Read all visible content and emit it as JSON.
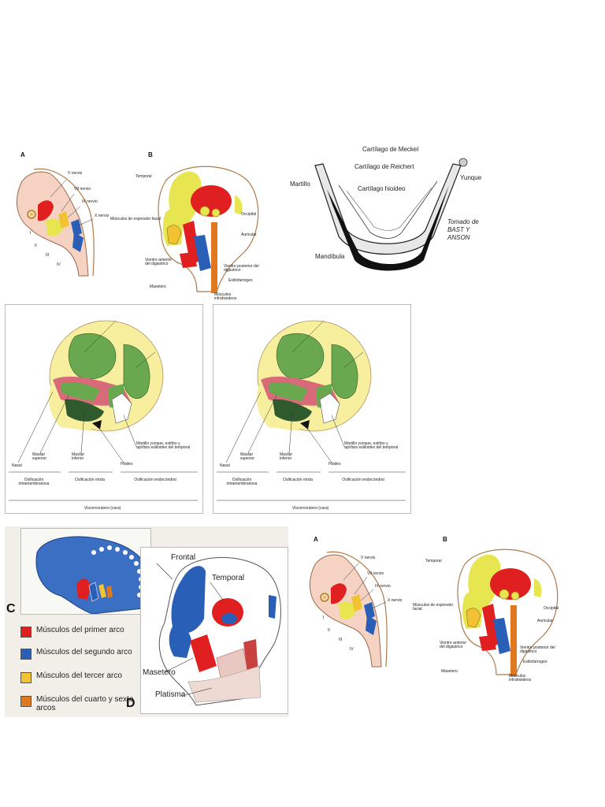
{
  "colors": {
    "skin": "#f5d2c2",
    "first_arch": "#e02020",
    "second_arch": "#2a5fb8",
    "third_arch": "#f2c232",
    "fourth_arch": "#e07820",
    "neural_yellow": "#e8e650",
    "bone_green": "#6aa84f",
    "dark_green": "#2e5a2e",
    "pink": "#d96a7a",
    "head_cream": "#f7ef9e",
    "muscle_blue": "#3a6fc4"
  },
  "top_left": {
    "letter_a": "A",
    "letter_b": "B",
    "a_labels": {
      "v": "V nervio",
      "vii": "VII nervio",
      "ix": "IX nervio",
      "x": "X nervio",
      "i": "I",
      "ii": "II",
      "iii": "III",
      "iv": "IV"
    },
    "b_labels": {
      "temporal": "Temporal",
      "facial": "Músculos de expresión facial",
      "occipital": "Occipital",
      "auricular": "Auricular",
      "vientre_ant": "Vientre anterior del digástrico",
      "vientre_post": "Vientre posterior del digástrico",
      "estilo": "Estilofaríngeo",
      "masetero": "Masetero",
      "infrahioideos": "Músculos infrahioideos"
    }
  },
  "meckel": {
    "meckel": "Cartílago de Meckel",
    "reichert": "Cartílago de Reichert",
    "hioideo": "Cartílago hioideo",
    "martillo": "Martillo",
    "yunque": "Yunque",
    "mandibula": "Mandíbula",
    "source_line1": "Tomado de",
    "source_line2": "BAST Y",
    "source_line3": "ANSON"
  },
  "skull": {
    "nasal": "Nasal",
    "maxilar_sup": "Maxilar superior",
    "maxilar_inf": "Maxilar inferior",
    "hiodes": "Hiodes",
    "martillo": "Martillo yunque, estribo y apófisis estiloides del temporal",
    "osif_intra": "Osificación intramembranosa",
    "osif_mixta": "Osificación mixta",
    "osif_endo": "Osificación endocondral",
    "viscero": "Viscerocráneo (cara)"
  },
  "bottom_left": {
    "letter_c": "C",
    "letter_d": "D",
    "frontal": "Frontal",
    "temporal": "Temporal",
    "masetero": "Masetero",
    "platisma": "Platisma",
    "legend": [
      {
        "label": "Músculos del primer arco",
        "color": "#e02020"
      },
      {
        "label": "Músculos del segundo arco",
        "color": "#2a5fb8"
      },
      {
        "label": "Músculos del tercer arco",
        "color": "#f2c232"
      },
      {
        "label": "Músculos del cuarto y sexto arcos",
        "color": "#e07820"
      }
    ]
  }
}
